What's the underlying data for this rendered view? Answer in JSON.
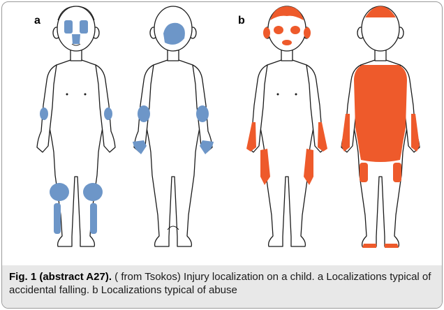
{
  "panels": [
    {
      "label": "a",
      "mark_color": "#6d96c8"
    },
    {
      "label": "b",
      "mark_color": "#ee5a2b"
    }
  ],
  "caption": {
    "figure_label": "Fig. 1 (abstract A27).",
    "text": " ( from Tsokos) Injury localization on a child. a Localizations typical of accidental falling. b Localizations typical of abuse"
  }
}
